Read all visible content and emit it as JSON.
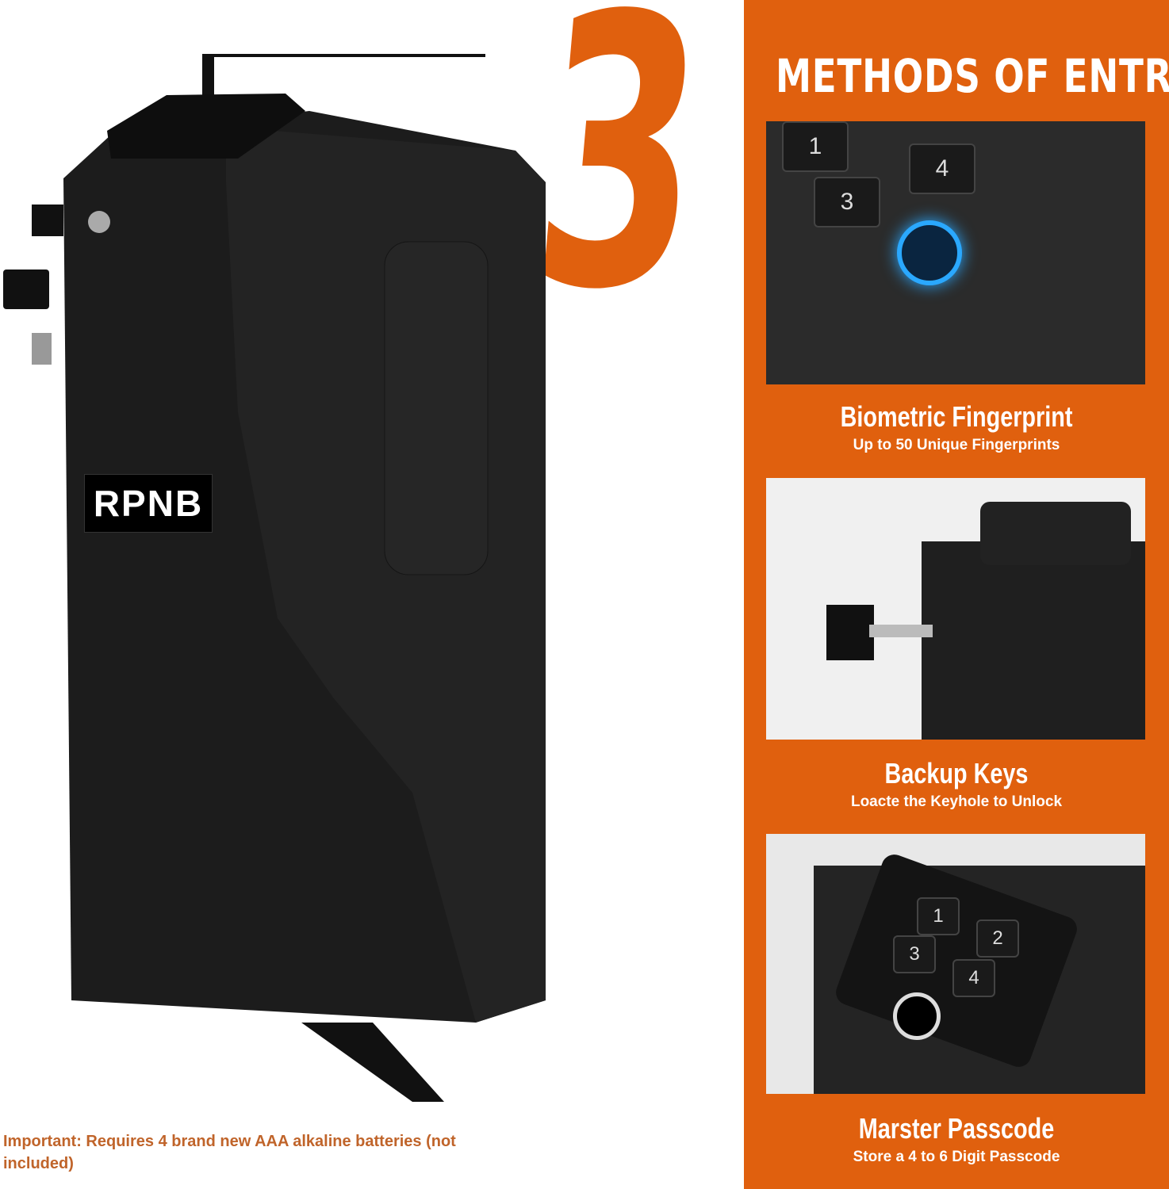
{
  "headline": {
    "number": "3",
    "title": "METHODS OF ENTRY"
  },
  "brand": "RPNB",
  "methods": [
    {
      "title": "Biometric Fingerprint",
      "subtitle": "Up to 50 Unique Fingerprints"
    },
    {
      "title": "Backup Keys",
      "subtitle": "Loacte the Keyhole to Unlock"
    },
    {
      "title": "Marster Passcode",
      "subtitle": "Store a 4 to 6 Digit Passcode"
    }
  ],
  "keypad": [
    "1",
    "2",
    "3",
    "4"
  ],
  "note": "Important: Requires 4 brand new AAA alkaline batteries (not included)",
  "colors": {
    "accent": "#E0600E",
    "note": "#C0642A",
    "safe": "#1c1c1c"
  }
}
